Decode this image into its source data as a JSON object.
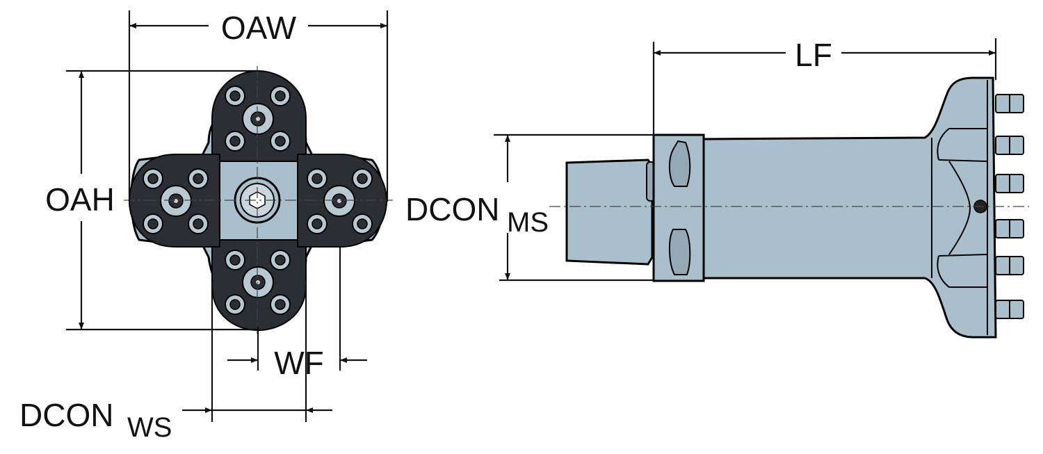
{
  "labels": {
    "oaw": "OAW",
    "oah": "OAH",
    "wf": "WF",
    "lf": "LF",
    "dcon_ms_main": "DCON",
    "dcon_ms_sub": "MS",
    "dcon_ws_main": "DCON",
    "dcon_ws_sub": "WS"
  },
  "colors": {
    "body": "#a9bfcc",
    "insert": "#2b2f33",
    "dimension": "#111111"
  }
}
